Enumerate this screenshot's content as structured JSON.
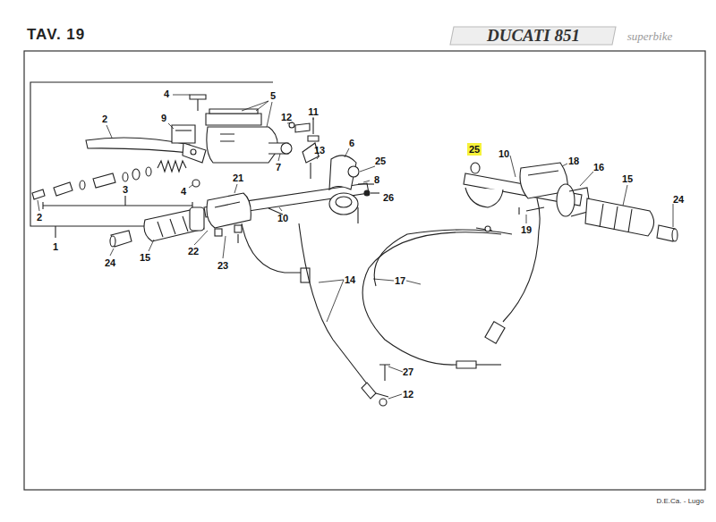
{
  "diagram": {
    "title": "TAV. 19",
    "labels": [
      "DUCATI 851",
      "superbike",
      "4",
      "5",
      "9",
      "2",
      "12",
      "11",
      "13",
      "6",
      "7",
      "25",
      "8",
      "21",
      "4",
      "26",
      "3",
      "10",
      "2",
      "1",
      "22",
      "15",
      "24",
      "23",
      "14",
      "17",
      "27",
      "12",
      "25",
      "10",
      "18",
      "16",
      "15",
      "24",
      "19",
      "D.E.Ca. - Lugo"
    ]
  }
}
